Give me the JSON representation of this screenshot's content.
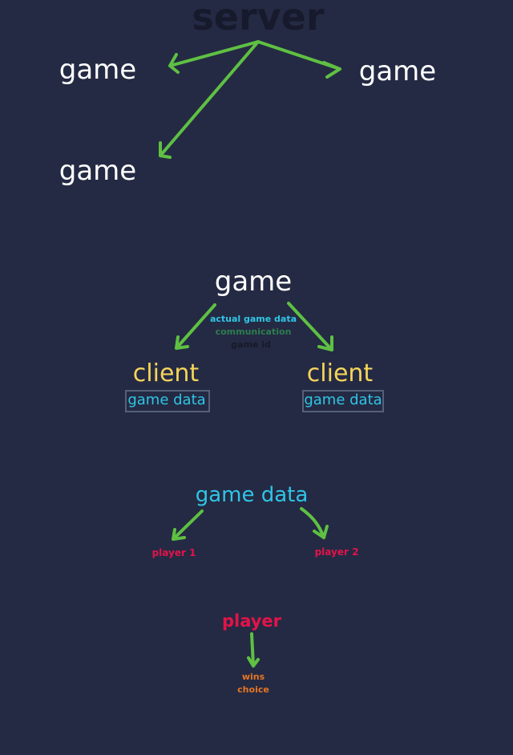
{
  "colors": {
    "background": "#242a43",
    "arrow": "#5fc043",
    "game_text": "#ffffff",
    "server_text": "#171a2c",
    "client_text": "#f5d45a",
    "game_data_text": "#30c5e6",
    "communication_text": "#2d7d4f",
    "game_id_text": "#161a2a",
    "player_text": "#e3134a",
    "wins_text": "#e57625",
    "box_border": "#56607a"
  },
  "section1": {
    "server": "server",
    "game_left": "game",
    "game_right": "game",
    "game_bottom": "game"
  },
  "section2": {
    "game": "game",
    "notes": {
      "actual_game_data": "actual game data",
      "communication": "communication",
      "game_id": "game id"
    },
    "client_left": {
      "label": "client",
      "data": "game data"
    },
    "client_right": {
      "label": "client",
      "data": "game data"
    }
  },
  "section3": {
    "game_data": "game data",
    "player1": "player 1",
    "player2": "player 2"
  },
  "section4": {
    "player": "player",
    "wins": "wins",
    "choice": "choice"
  }
}
